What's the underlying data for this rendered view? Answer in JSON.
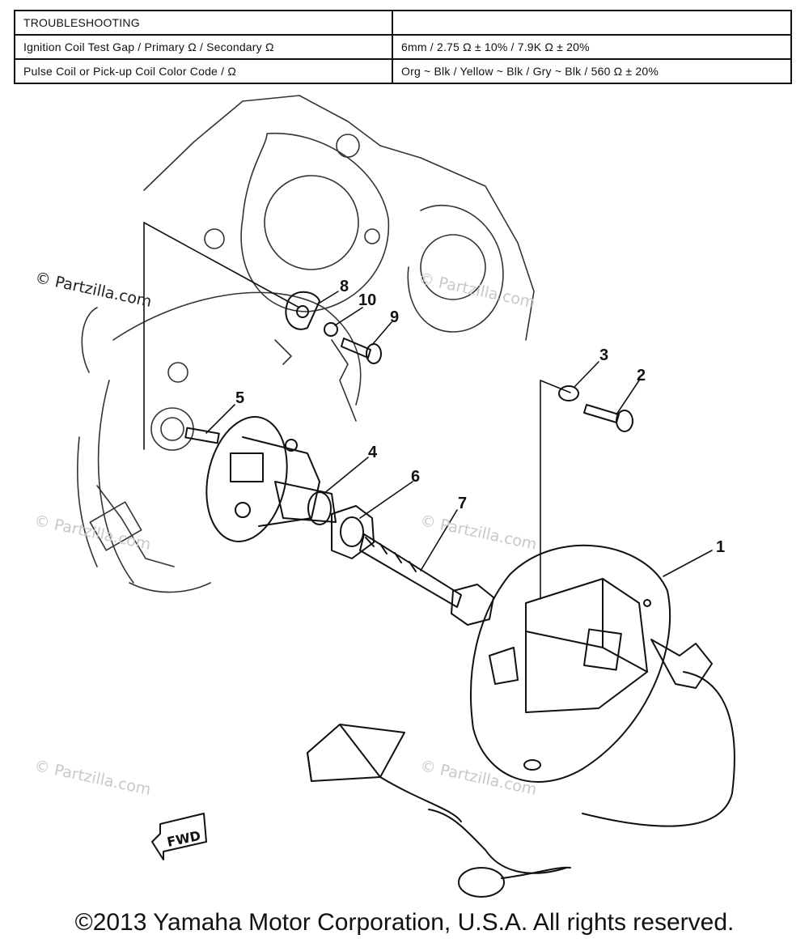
{
  "table": {
    "header": "TROUBLESHOOTING",
    "rows": [
      {
        "label": "Ignition Coil Test Gap / Primary Ω / Secondary Ω",
        "value": "6mm / 2.75 Ω ± 10% / 7.9K Ω ± 20%"
      },
      {
        "label": "Pulse Coil or Pick-up Coil Color Code / Ω",
        "value": "Org ~ Blk / Yellow ~ Blk / Gry ~ Blk / 560 Ω ± 20%"
      }
    ]
  },
  "callouts": [
    "1",
    "2",
    "3",
    "4",
    "5",
    "6",
    "7",
    "8",
    "9",
    "10"
  ],
  "fwd_label": "FWD",
  "watermark": "© Partzilla.com",
  "copyright": "©2013 Yamaha Motor Corporation, U.S.A. All rights reserved."
}
